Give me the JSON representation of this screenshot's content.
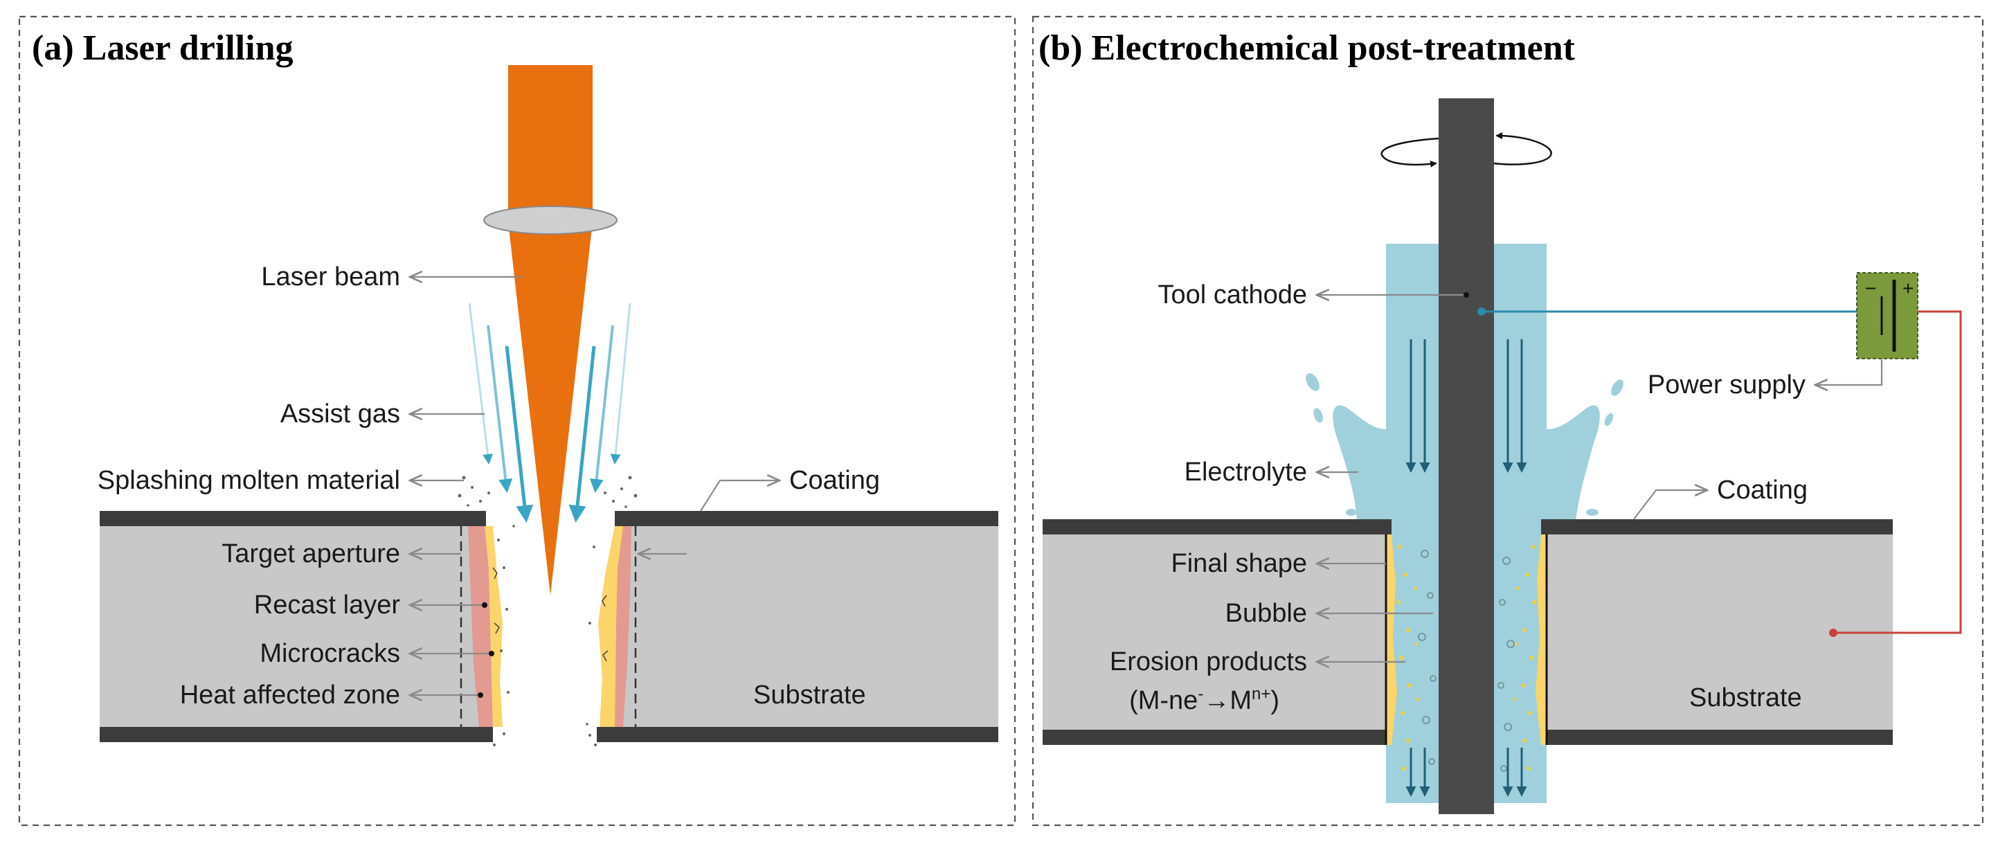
{
  "panel_a": {
    "title": "(a) Laser drilling",
    "labels": {
      "laser_beam": "Laser beam",
      "assist_gas": "Assist gas",
      "splashing": "Splashing molten material",
      "coating": "Coating",
      "target_aperture": "Target aperture",
      "recast_layer": "Recast layer",
      "microcracks": "Microcracks",
      "haz": "Heat affected zone",
      "substrate": "Substrate"
    }
  },
  "panel_b": {
    "title": "(b) Electrochemical post-treatment",
    "labels": {
      "tool_cathode": "Tool cathode",
      "power_supply": "Power supply",
      "electrolyte": "Electrolyte",
      "coating": "Coating",
      "final_shape": "Final shape",
      "bubble": "Bubble",
      "erosion_products": "Erosion products",
      "erosion_formula": "(M-ne",
      "erosion_formula_sup1": "-",
      "erosion_formula_arrow": "→M",
      "erosion_formula_sup2": "n+",
      "erosion_formula_close": ")",
      "substrate": "Substrate"
    }
  },
  "colors": {
    "laser": "#e8700f",
    "coating": "#3c3c3c",
    "substrate": "#c8c8c8",
    "electrolyte": "#9fd0dc",
    "gas_arrow": "#3aa5c4",
    "recast": "#e39a90",
    "haz": "#fbd56a",
    "power_supply": "#7a9a3c",
    "circuit_red": "#c8423c",
    "circuit_blue": "#2a8aaa"
  }
}
